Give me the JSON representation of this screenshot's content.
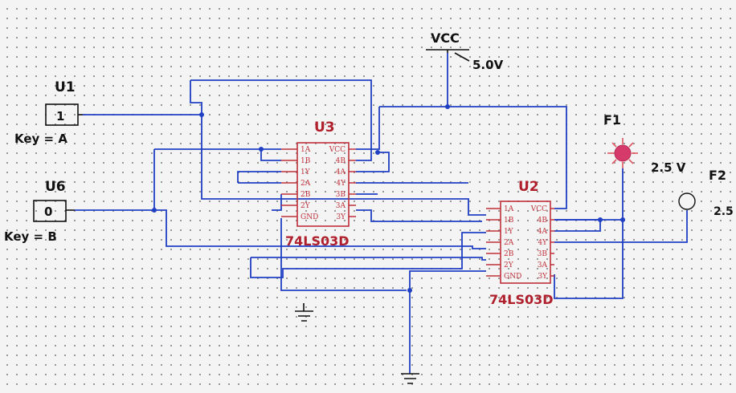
{
  "vcc": {
    "label": "VCC",
    "voltage": "5.0V"
  },
  "switches": [
    {
      "ref": "U1",
      "state": "1",
      "key": "Key = A"
    },
    {
      "ref": "U6",
      "state": "0",
      "key": "Key = B"
    }
  ],
  "chips": [
    {
      "ref": "U3",
      "part": "74LS03D",
      "pins_left": [
        "1A",
        "1B",
        "1Y",
        "2A",
        "2B",
        "2Y",
        "GND"
      ],
      "pins_right": [
        "VCC",
        "4B",
        "4A",
        "4Y",
        "3B",
        "3A",
        "3Y"
      ]
    },
    {
      "ref": "U2",
      "part": "74LS03D",
      "pins_left": [
        "1A",
        "1B",
        "1Y",
        "2A",
        "2B",
        "2Y",
        "GND"
      ],
      "pins_right": [
        "VCC",
        "4B",
        "4A",
        "4Y",
        "3B",
        "3A",
        "3Y"
      ]
    }
  ],
  "probes": [
    {
      "ref": "F1",
      "voltage": "2.5 V",
      "state": "lit",
      "color": "#d63a6a"
    },
    {
      "ref": "F2",
      "voltage": "2.5",
      "state": "off"
    }
  ],
  "colors": {
    "wire": "#1f3fc4",
    "component": "#c0303a",
    "ground": "#111111"
  }
}
